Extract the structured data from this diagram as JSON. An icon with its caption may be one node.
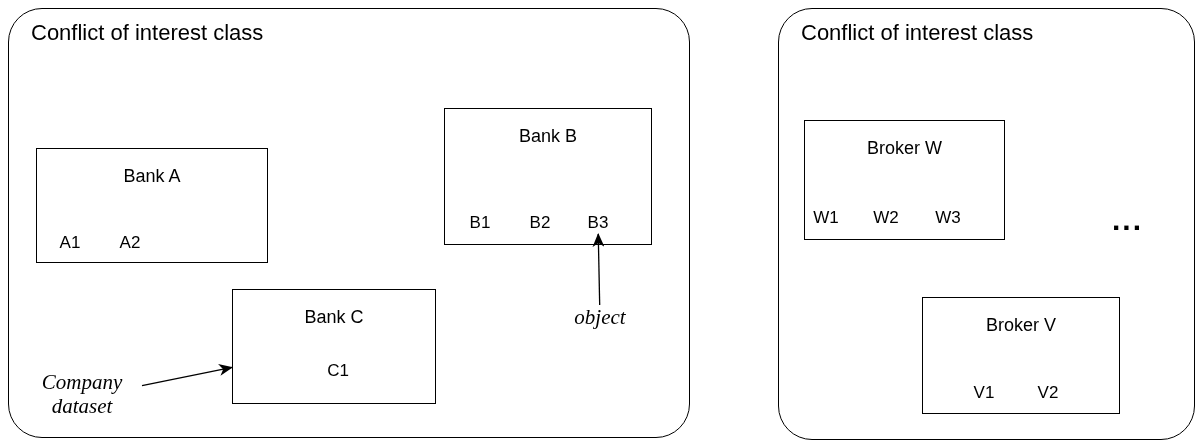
{
  "diagram": {
    "nodes": [
      {
        "text": [
          "Conflict of interest class"
        ]
      },
      {
        "text": [
          "Bank A"
        ],
        "in": 0
      },
      {
        "text": [
          "A1"
        ],
        "in": 1
      },
      {
        "text": [
          "A2"
        ],
        "in": 1
      },
      {
        "text": [
          "Bank B"
        ],
        "in": 0
      },
      {
        "text": [
          "B1"
        ],
        "in": 4
      },
      {
        "text": [
          "B2"
        ],
        "in": 4
      },
      {
        "text": [
          "B3"
        ],
        "in": 4
      },
      {
        "text": [
          "Bank C"
        ],
        "in": 0
      },
      {
        "text": [
          "C1"
        ],
        "in": 8
      },
      {
        "text": [
          "object"
        ],
        "in": 0
      },
      {
        "text": [
          "Company dataset"
        ],
        "in": 0
      },
      {
        "text": [
          "Conflict of interest class"
        ]
      },
      {
        "text": [
          "Broker W"
        ],
        "in": 12
      },
      {
        "text": [
          "W1"
        ],
        "in": 13
      },
      {
        "text": [
          "W2"
        ],
        "in": 13
      },
      {
        "text": [
          "W3"
        ],
        "in": 13
      },
      {
        "text": [
          "Broker V"
        ],
        "in": 12
      },
      {
        "text": [
          "V1"
        ],
        "in": 17
      },
      {
        "text": [
          "V2"
        ],
        "in": 17
      }
    ],
    "edges": [
      {
        "from": 10,
        "to": 7,
        "arrow": "to"
      },
      {
        "from": 11,
        "to": 8,
        "arrow": "to"
      }
    ],
    "labels": [
      "..."
    ]
  }
}
